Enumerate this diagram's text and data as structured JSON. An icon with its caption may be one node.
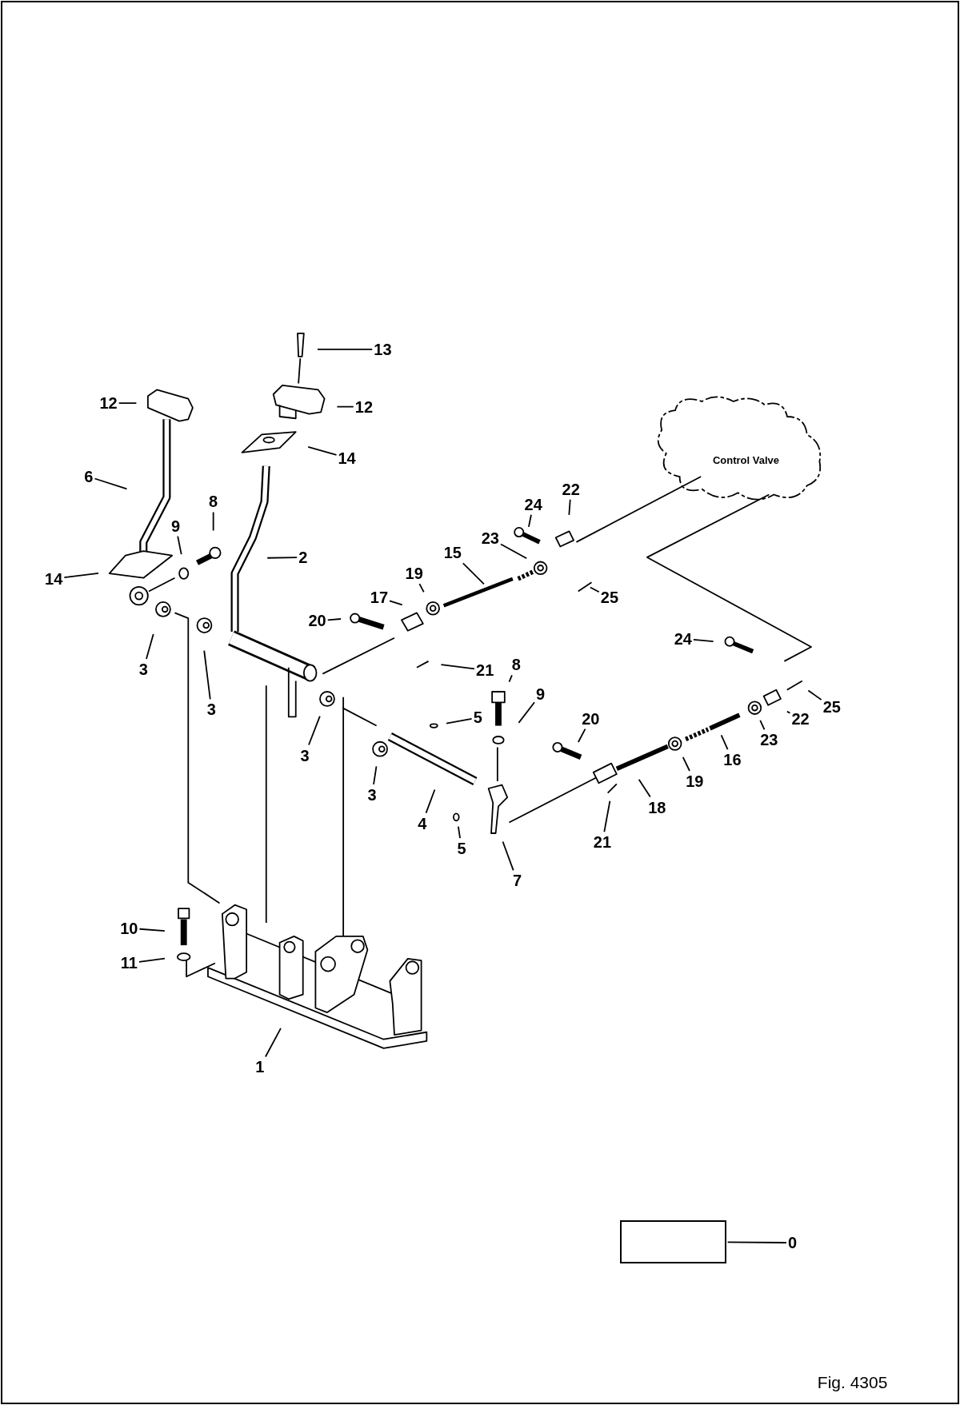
{
  "diagram": {
    "nodes": [
      {
        "text": [
          "13"
        ]
      },
      {
        "text": [
          "12"
        ]
      },
      {
        "text": [
          "12"
        ]
      },
      {
        "text": [
          "14"
        ]
      },
      {
        "text": [
          "6"
        ]
      },
      {
        "text": [
          "8"
        ]
      },
      {
        "text": [
          "9"
        ]
      },
      {
        "text": [
          "2"
        ]
      },
      {
        "text": [
          "14"
        ]
      },
      {
        "text": [
          "24"
        ]
      },
      {
        "text": [
          "22"
        ]
      },
      {
        "text": [
          "23"
        ]
      },
      {
        "text": [
          "15"
        ]
      },
      {
        "text": [
          "25"
        ]
      },
      {
        "text": [
          "19"
        ]
      },
      {
        "text": [
          "17"
        ]
      },
      {
        "text": [
          "20"
        ]
      },
      {
        "text": [
          "21"
        ]
      },
      {
        "text": [
          "3"
        ]
      },
      {
        "text": [
          "3"
        ]
      },
      {
        "text": [
          "3"
        ]
      },
      {
        "text": [
          "3"
        ]
      },
      {
        "text": [
          "5"
        ]
      },
      {
        "text": [
          "4"
        ]
      },
      {
        "text": [
          "5"
        ]
      },
      {
        "text": [
          "8"
        ]
      },
      {
        "text": [
          "9"
        ]
      },
      {
        "text": [
          "20"
        ]
      },
      {
        "text": [
          "7"
        ]
      },
      {
        "text": [
          "24"
        ]
      },
      {
        "text": [
          "22"
        ]
      },
      {
        "text": [
          "25"
        ]
      },
      {
        "text": [
          "23"
        ]
      },
      {
        "text": [
          "16"
        ]
      },
      {
        "text": [
          "19"
        ]
      },
      {
        "text": [
          "18"
        ]
      },
      {
        "text": [
          "21"
        ]
      },
      {
        "text": [
          "10"
        ]
      },
      {
        "text": [
          "11"
        ]
      },
      {
        "text": [
          "1"
        ]
      },
      {
        "text": [
          "Control Valve"
        ]
      },
      {
        "text": [
          "0"
        ]
      },
      {
        "text": [],
        "shape": "box"
      }
    ],
    "edges": [
      {
        "from": 0,
        "to": null,
        "arrow": "none"
      },
      {
        "from": 1,
        "to": null,
        "arrow": "none"
      },
      {
        "from": 2,
        "to": null,
        "arrow": "none"
      },
      {
        "from": 3,
        "to": null,
        "arrow": "none"
      },
      {
        "from": 4,
        "to": null,
        "arrow": "none"
      },
      {
        "from": 5,
        "to": null,
        "arrow": "none"
      },
      {
        "from": 6,
        "to": null,
        "arrow": "none"
      },
      {
        "from": 7,
        "to": null,
        "arrow": "none"
      },
      {
        "from": 8,
        "to": null,
        "arrow": "none"
      },
      {
        "from": 9,
        "to": null,
        "arrow": "none"
      },
      {
        "from": 10,
        "to": null,
        "arrow": "none"
      },
      {
        "from": 11,
        "to": null,
        "arrow": "none"
      },
      {
        "from": 12,
        "to": null,
        "arrow": "none"
      },
      {
        "from": 13,
        "to": null,
        "arrow": "none"
      },
      {
        "from": 14,
        "to": null,
        "arrow": "none"
      },
      {
        "from": 15,
        "to": null,
        "arrow": "none"
      },
      {
        "from": 16,
        "to": null,
        "arrow": "none"
      },
      {
        "from": 17,
        "to": null,
        "arrow": "none"
      },
      {
        "from": 18,
        "to": null,
        "arrow": "none"
      },
      {
        "from": 19,
        "to": null,
        "arrow": "none"
      },
      {
        "from": 20,
        "to": null,
        "arrow": "none"
      },
      {
        "from": 21,
        "to": null,
        "arrow": "none"
      },
      {
        "from": 22,
        "to": null,
        "arrow": "none"
      },
      {
        "from": 23,
        "to": null,
        "arrow": "none"
      },
      {
        "from": 24,
        "to": null,
        "arrow": "none"
      },
      {
        "from": 25,
        "to": null,
        "arrow": "none"
      },
      {
        "from": 26,
        "to": null,
        "arrow": "none"
      },
      {
        "from": 27,
        "to": null,
        "arrow": "none"
      },
      {
        "from": 28,
        "to": null,
        "arrow": "none"
      },
      {
        "from": 29,
        "to": null,
        "arrow": "none"
      },
      {
        "from": 30,
        "to": null,
        "arrow": "none"
      },
      {
        "from": 31,
        "to": null,
        "arrow": "none"
      },
      {
        "from": 32,
        "to": null,
        "arrow": "none"
      },
      {
        "from": 33,
        "to": null,
        "arrow": "none"
      },
      {
        "from": 34,
        "to": null,
        "arrow": "none"
      },
      {
        "from": 35,
        "to": null,
        "arrow": "none"
      },
      {
        "from": 36,
        "to": null,
        "arrow": "none"
      },
      {
        "from": 37,
        "to": null,
        "arrow": "none"
      },
      {
        "from": 38,
        "to": null,
        "arrow": "none"
      },
      {
        "from": 39,
        "to": null,
        "arrow": "none"
      },
      {
        "from": 41,
        "to": 42,
        "arrow": "none"
      }
    ],
    "labels": [
      "Fig. 4305"
    ]
  }
}
